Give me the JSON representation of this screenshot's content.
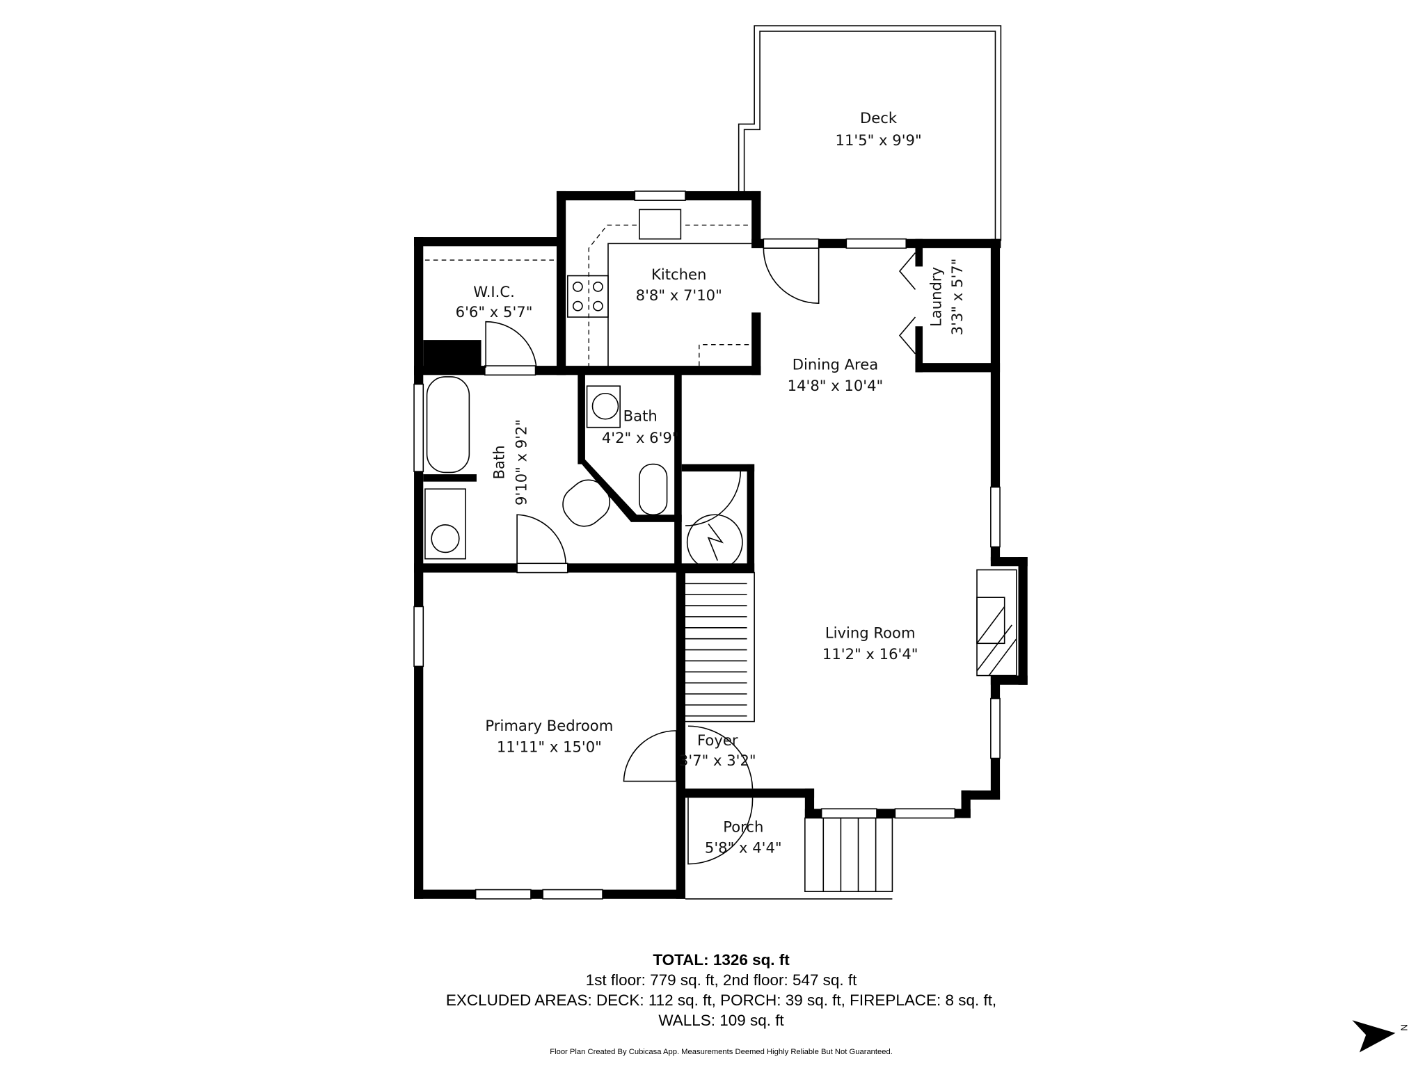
{
  "rooms": {
    "deck": {
      "name": "Deck",
      "size": "11'5\" x 9'9\""
    },
    "kitchen": {
      "name": "Kitchen",
      "size": "8'8\" x 7'10\""
    },
    "wic": {
      "name": "W.I.C.",
      "size": "6'6\" x 5'7\""
    },
    "laundry": {
      "name": "Laundry",
      "size": "3'3\" x 5'7\""
    },
    "dining": {
      "name": "Dining Area",
      "size": "14'8\" x 10'4\""
    },
    "bath_main": {
      "name": "Bath",
      "size": "9'10\" x 9'2\""
    },
    "bath_half": {
      "name": "Bath",
      "size": "4'2\" x 6'9\""
    },
    "living": {
      "name": "Living Room",
      "size": "11'2\" x 16'4\""
    },
    "primary": {
      "name": "Primary Bedroom",
      "size": "11'11\" x 15'0\""
    },
    "foyer": {
      "name": "Foyer",
      "size": "3'7\" x 3'2\""
    },
    "porch": {
      "name": "Porch",
      "size": "5'8\" x 4'4\""
    }
  },
  "summary": {
    "total": "TOTAL: 1326 sq. ft",
    "floors": "1st floor: 779 sq. ft, 2nd floor: 547 sq. ft",
    "excluded": "EXCLUDED AREAS: DECK: 112 sq. ft, PORCH: 39 sq. ft, FIREPLACE: 8 sq. ft,",
    "walls": "WALLS: 109 sq. ft",
    "disclaimer": "Floor Plan Created By Cubicasa App. Measurements Deemed Highly Reliable But Not Guaranteed."
  },
  "compass": {
    "label": "N",
    "icon": "north-arrow-icon"
  }
}
